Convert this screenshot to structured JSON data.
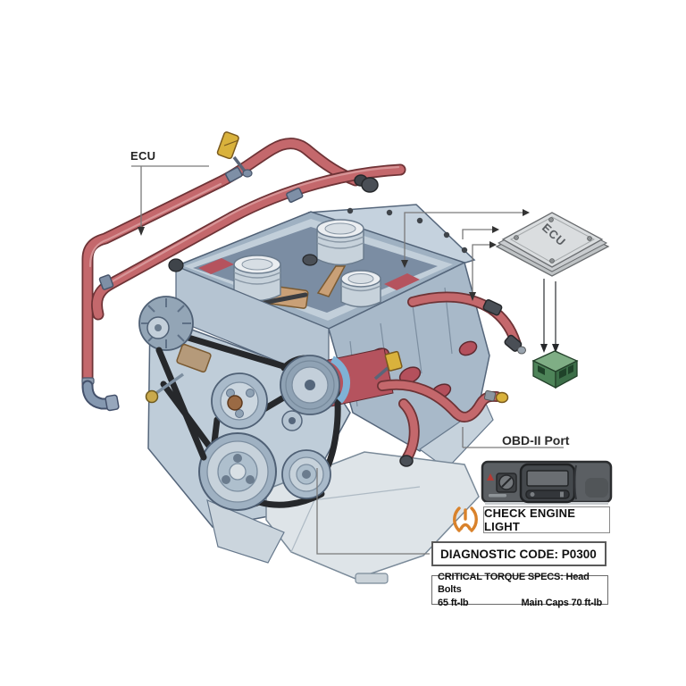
{
  "labels": {
    "ecu_callout": "ECU",
    "ecu_module": "ECU",
    "obd_port": "OBD-II Port",
    "check_engine": "CHECK ENGINE LIGHT",
    "diagnostic_code": "DIAGNOSTIC CODE: P0300",
    "torque_title": "CRITICAL TORQUE SPECS: Head Bolts",
    "torque_left": "65 ft-lb",
    "torque_right": "Main Caps 70 ft-lb"
  },
  "icons": {
    "check_engine": "engine-warning-icon",
    "ecu_box": "ecu-module-illustration",
    "obd_connector": "obd-connector-illustration",
    "dashboard": "instrument-cluster-illustration",
    "engine": "v8-engine-cutaway-illustration"
  },
  "colors": {
    "background": "#ffffff",
    "hose_red": "#c4686c",
    "hose_outline": "#6e3336",
    "engine_block": "#a8b9c9",
    "engine_light": "#c2cfda",
    "belt_black": "#26282b",
    "ecu_gray": "#d9dcde",
    "obd_green": "#4e8459",
    "warning_orange": "#d9822b",
    "leader_line": "#7a7a7a",
    "dashboard_gray": "#5b5f63"
  }
}
